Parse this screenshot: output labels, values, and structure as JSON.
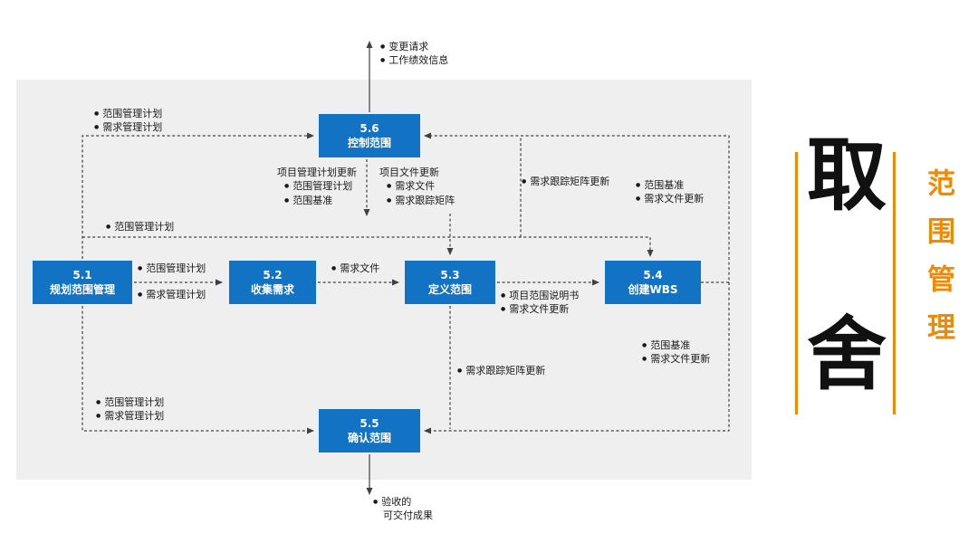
{
  "colors": {
    "box_blue": "#1272C4",
    "accent_orange": "#F18A00",
    "panel_gray": "#EFEFEF",
    "line_dark": "#404040"
  },
  "boxes": [
    {
      "id": "5.1",
      "name": "规划范围管理"
    },
    {
      "id": "5.2",
      "name": "收集需求"
    },
    {
      "id": "5.3",
      "name": "定义范围"
    },
    {
      "id": "5.4",
      "name": "创建WBS"
    },
    {
      "id": "5.5",
      "name": "确认范围"
    },
    {
      "id": "5.6",
      "name": "控制范围"
    }
  ],
  "labels": {
    "outputs_top": [
      "变更请求",
      "工作绩效信息"
    ],
    "inputs_to_56": [
      "范围管理计划",
      "需求管理计划"
    ],
    "pm_plan_updates": {
      "heading": "项目管理计划更新",
      "items": [
        "范围管理计划",
        "范围基准"
      ]
    },
    "project_doc_updates": {
      "heading": "项目文件更新",
      "items": [
        "需求文件",
        "需求跟踪矩阵"
      ]
    },
    "rtm_update_upper": "需求跟踪矩阵更新",
    "baseline_upper": [
      "范围基准",
      "需求文件更新"
    ],
    "scope_plan_long": "范围管理计划",
    "between_51_52": [
      "范围管理计划",
      "需求管理计划"
    ],
    "between_52_53": "需求文件",
    "outputs_53": [
      "项目范围说明书",
      "需求文件更新"
    ],
    "rtm_update_lower": "需求跟踪矩阵更新",
    "baseline_lower": [
      "范围基准",
      "需求文件更新"
    ],
    "inputs_to_55": [
      "范围管理计划",
      "需求管理计划"
    ],
    "accepted_deliverables": [
      "验收的",
      "可交付成果"
    ]
  },
  "side": {
    "big_chars": [
      "取",
      "舍"
    ],
    "vertical_title": "范围管理"
  }
}
